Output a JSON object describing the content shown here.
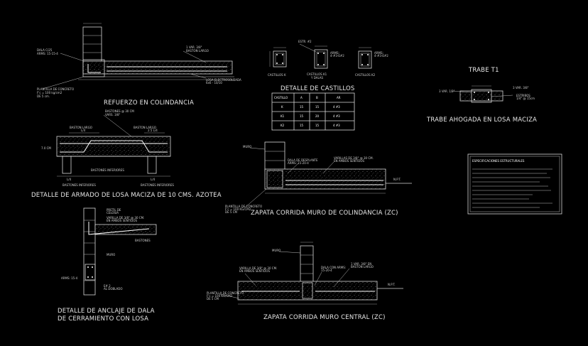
{
  "titles": {
    "refuerzo": "REFUERZO EN COLINDANCIA",
    "detalle_castillos": "DETALLE DE CASTILLOS",
    "trabe_t1": "TRABE T1",
    "trabe_ahogada": "TRABE AHOGADA EN LOSA MACIZA",
    "detalle_losa": "DETALLE DE ARMADO DE LOSA MACIZA DE 10 CMS. AZOTEA",
    "zapata_colindancia": "ZAPATA CORRIDA MURO DE COLINDANCIA (ZC)",
    "anclaje_1": "DETALLE DE ANCLAJE DE DALA",
    "anclaje_2": "DE CERRAMIENTO CON LOSA",
    "zapata_central": "ZAPATA CORRIDA MURO  CENTRAL (ZC)",
    "especificaciones": "ESPECIFICACIONES ESTRUCTURALES"
  },
  "castillos": {
    "labels": [
      "CASTILLOS  K",
      "CASTILLOS  K1\nY DALAS",
      "CASTILLOS  K2"
    ],
    "table": {
      "headers": [
        "CASTILLO",
        "A",
        "B",
        "AR"
      ],
      "rows": [
        [
          "K",
          "15",
          "15",
          "4 #3"
        ],
        [
          "K1",
          "15",
          "20",
          "4 #3"
        ],
        [
          "K2",
          "15",
          "15",
          "4 #3"
        ]
      ]
    }
  },
  "labels": {
    "muro": "MURO",
    "n_p_t": "N.P.T.",
    "dala": "DALA",
    "losa": "LOSA"
  },
  "colors": {
    "background": "#000000",
    "lines": "#d8d8d8",
    "text": "#e8e8e8"
  }
}
